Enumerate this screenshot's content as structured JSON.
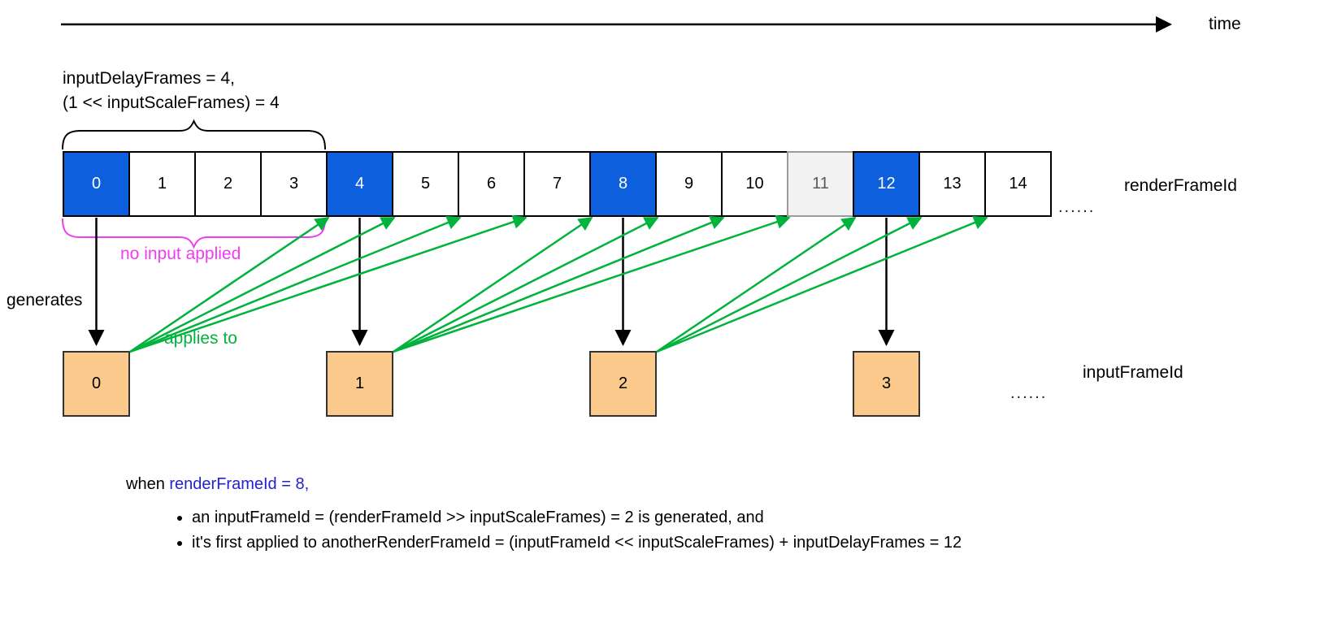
{
  "diagram": {
    "time_label": "time",
    "annotation": {
      "line1": "inputDelayFrames = 4,",
      "line2": "(1 << inputScaleFrames) = 4"
    },
    "render_row": {
      "label": "renderFrameId",
      "ellipsis": "......",
      "boxes": [
        {
          "label": "0",
          "variant": "blue"
        },
        {
          "label": "1",
          "variant": "white"
        },
        {
          "label": "2",
          "variant": "white"
        },
        {
          "label": "3",
          "variant": "white"
        },
        {
          "label": "4",
          "variant": "blue"
        },
        {
          "label": "5",
          "variant": "white"
        },
        {
          "label": "6",
          "variant": "white"
        },
        {
          "label": "7",
          "variant": "white"
        },
        {
          "label": "8",
          "variant": "blue"
        },
        {
          "label": "9",
          "variant": "white"
        },
        {
          "label": "10",
          "variant": "white"
        },
        {
          "label": "11",
          "variant": "gray"
        },
        {
          "label": "12",
          "variant": "blue"
        },
        {
          "label": "13",
          "variant": "white"
        },
        {
          "label": "14",
          "variant": "white"
        }
      ]
    },
    "input_row": {
      "label": "inputFrameId",
      "ellipsis": "......",
      "boxes": [
        {
          "label": "0"
        },
        {
          "label": "1"
        },
        {
          "label": "2"
        },
        {
          "label": "3"
        }
      ]
    },
    "callouts": {
      "no_input": "no input applied",
      "generates": "generates",
      "applies_to": "applies to"
    },
    "explanation": {
      "when_line": {
        "prefix": "when ",
        "highlight": "renderFrameId = 8,"
      },
      "bullet1": {
        "prefix": "an ",
        "highlight": "inputFrameId = (renderFrameId >> inputScaleFrames) = 2",
        "suffix": " is generated, and"
      },
      "bullet2": {
        "prefix": "it's first applied to ",
        "highlight": "anotherRenderFrameId = (inputFrameId << inputScaleFrames) + inputDelayFrames = 12"
      }
    },
    "colors": {
      "highlight_box_blue": "#0D5FDD",
      "input_box_orange": "#FBC98C",
      "skipped_box_gray": "#F2F2F2",
      "arrow_green": "#00B33C",
      "brace_magenta": "#F03CF0",
      "text_blue": "#2222CF",
      "text_orange": "#ED8A1E"
    }
  }
}
